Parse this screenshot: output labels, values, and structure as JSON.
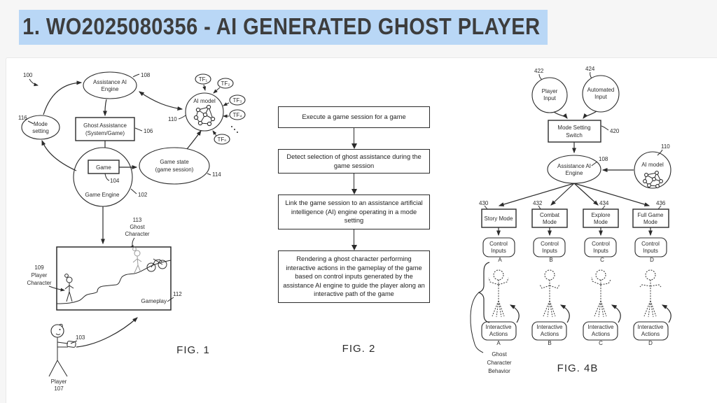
{
  "header": {
    "title": "1. WO2025080356 - AI GENERATED GHOST PLAYER"
  },
  "colors": {
    "highlight": "#b9d7f6",
    "ink": "#2b2b2b"
  },
  "fig1": {
    "caption": "FIG. 1",
    "labels": {
      "assistance_engine_1": "Assistance AI",
      "assistance_engine_2": "Engine",
      "mode_setting_1": "Mode",
      "mode_setting_2": "setting",
      "ghost_assistance_1": "Ghost Assistance",
      "ghost_assistance_2": "(System/Game)",
      "game": "Game",
      "game_engine": "Game Engine",
      "game_state_1": "Game state",
      "game_state_2": "(game session)",
      "ai_model": "AI model",
      "tf1": "TF₁",
      "tf2": "TF₂",
      "tf3": "TF₃",
      "tf4": "TF₄",
      "tfn": "TFₙ",
      "gameplay": "Gameplay",
      "ghost_char_1": "Ghost",
      "ghost_char_2": "Character",
      "player_char_1": "Player",
      "player_char_2": "Character",
      "player": "Player"
    },
    "refs": {
      "r100": "100",
      "r102": "102",
      "r103": "103",
      "r104": "104",
      "r106": "106",
      "r107": "107",
      "r108": "108",
      "r109": "109",
      "r110": "110",
      "r112": "112",
      "r113": "113",
      "r114": "114",
      "r116": "116"
    }
  },
  "fig2": {
    "caption": "FIG. 2",
    "steps": [
      "Execute a game session for a game",
      "Detect selection of ghost assistance during the game session",
      "Link the game session to an assistance artificial intelligence (AI) engine operating in a mode setting",
      "Rendering a ghost character performing interactive actions in the gameplay of the game based on control inputs generated by the assistance AI engine to guide the player along an interactive path of the game"
    ]
  },
  "fig4b": {
    "caption": "FIG. 4B",
    "labels": {
      "player_input_1": "Player",
      "player_input_2": "Input",
      "automated_input_1": "Automated",
      "automated_input_2": "Input",
      "mode_switch_1": "Mode Setting",
      "mode_switch_2": "Switch",
      "assistance_engine_1": "Assistance AI",
      "assistance_engine_2": "Engine",
      "ai_model": "AI model",
      "story_mode": "Story Mode",
      "combat_mode_1": "Combat",
      "combat_mode_2": "Mode",
      "explore_mode_1": "Explore",
      "explore_mode_2": "Mode",
      "full_mode_1": "Full Game",
      "full_mode_2": "Mode",
      "control_1": "Control",
      "control_2": "Inputs",
      "actions_1": "Interactive",
      "actions_2": "Actions",
      "letter_a": "A",
      "letter_b": "B",
      "letter_c": "C",
      "letter_d": "D",
      "ghost_behavior_1": "Ghost",
      "ghost_behavior_2": "Character",
      "ghost_behavior_3": "Behavior"
    },
    "refs": {
      "r108": "108",
      "r110": "110",
      "r420": "420",
      "r422": "422",
      "r424": "424",
      "r430": "430",
      "r432": "432",
      "r434": "434",
      "r436": "436"
    }
  }
}
